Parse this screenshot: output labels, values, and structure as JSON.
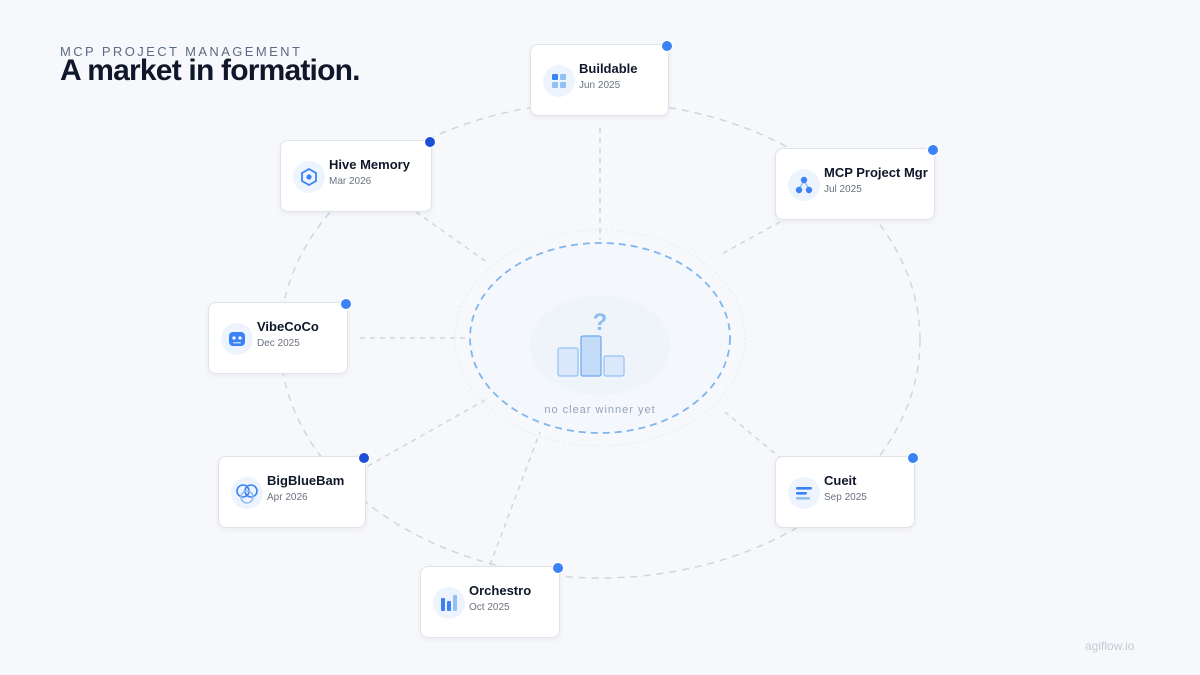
{
  "header": {
    "eyebrow": "MCP PROJECT MANAGEMENT",
    "title": "A market in formation."
  },
  "center": {
    "label": "no clear winner yet",
    "symbol": "?"
  },
  "products": [
    {
      "name": "Buildable",
      "date": "Jun 2025",
      "icon": "grid-icon"
    },
    {
      "name": "MCP Project Mgr",
      "date": "Jul 2025",
      "icon": "nodes-icon"
    },
    {
      "name": "Cueit",
      "date": "Sep 2025",
      "icon": "lines-icon"
    },
    {
      "name": "Orchestro",
      "date": "Oct 2025",
      "icon": "bars-icon"
    },
    {
      "name": "BigBlueBam",
      "date": "Apr 2026",
      "icon": "circles-icon"
    },
    {
      "name": "VibeCoCo",
      "date": "Dec 2025",
      "icon": "robot-icon"
    },
    {
      "name": "Hive Memory",
      "date": "Mar 2026",
      "icon": "hexagon-icon"
    }
  ],
  "colors": {
    "accent": "#3b82f6",
    "accent_dark": "#1d4ed8",
    "line": "#cbd5e1",
    "center_ring": "#7fb5f0"
  },
  "footer": {
    "watermark": "agiflow.io"
  }
}
